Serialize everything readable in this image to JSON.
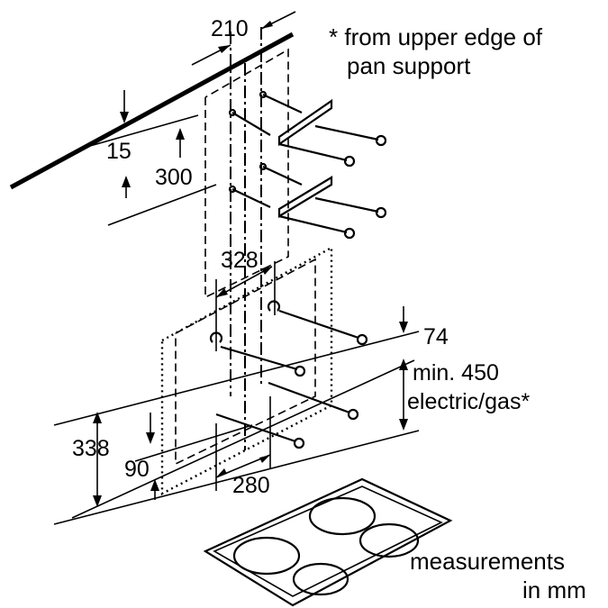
{
  "labels": {
    "dim_210": "210",
    "dim_15": "15",
    "dim_300": "300",
    "dim_328": "328",
    "dim_74": "74",
    "dim_450": "min. 450",
    "dim_450_sub": "electric/gas*",
    "dim_338": "338",
    "dim_90": "90",
    "dim_280": "280",
    "note_line1": "* from upper edge of",
    "note_line2": "pan support",
    "units_line1": "measurements",
    "units_line2": "in mm"
  }
}
